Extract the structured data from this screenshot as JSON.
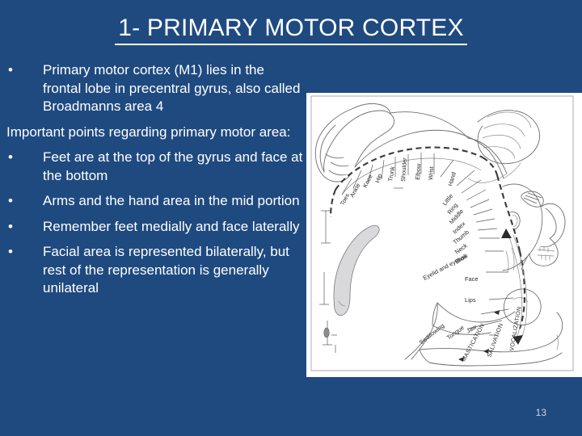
{
  "slide": {
    "title": "1- PRIMARY MOTOR CORTEX",
    "number": "13",
    "background_color": "#1f4a80",
    "text_color": "#ffffff"
  },
  "body": {
    "paragraphs": [
      {
        "bullet": "•",
        "has_bullet": true,
        "text": "Primary motor cortex (M1) lies in the frontal lobe in precentral gyrus, also called Broadmanns area 4"
      },
      {
        "bullet": "",
        "has_bullet": false,
        "text": "Important points regarding primary motor area:"
      },
      {
        "bullet": "•",
        "has_bullet": true,
        "text": "Feet are at the top of the gyrus and face at the bottom"
      },
      {
        "bullet": "•",
        "has_bullet": true,
        "text": "Arms and the hand area in the mid portion"
      },
      {
        "bullet": "•",
        "has_bullet": true,
        "text": "Remember feet medially and face laterally"
      },
      {
        "bullet": "•",
        "has_bullet": true,
        "text": "Facial area is represented bilaterally, but rest of the representation is generally unilateral"
      }
    ]
  },
  "figure": {
    "name": "motor-homunculus-diagram",
    "labels": [
      "Toes",
      "Ankle",
      "Knee",
      "Hip",
      "Trunk",
      "Shoulder",
      "Elbow",
      "Wrist",
      "Hand",
      "Little",
      "Ring",
      "Middle",
      "Index",
      "Thumb",
      "Neck",
      "Brow",
      "Eyelid and eyeball",
      "Face",
      "Lips",
      "Jaw",
      "Tongue",
      "Swallowing",
      "MASTICATION",
      "SALIVATION",
      "VOCALIZATION"
    ],
    "label_text": {
      "toes": "Toes",
      "ankle": "Ankle",
      "knee": "Knee",
      "hip": "Hip",
      "trunk": "Trunk",
      "shoulder": "Shoulder",
      "elbow": "Elbow",
      "wrist": "Wrist",
      "hand": "Hand",
      "little": "Little",
      "ring": "Ring",
      "middle": "Middle",
      "index": "Index",
      "thumb": "Thumb",
      "neck": "Neck",
      "brow": "Brow",
      "eyelid": "Eyelid and eyeball",
      "face": "Face",
      "lips": "Lips",
      "jaw": "Jaw",
      "tongue": "Tongue",
      "swallowing": "Swallowing",
      "mastication": "MASTICATION",
      "salivation": "SALIVATION",
      "vocalization": "VOCALIZATION"
    }
  }
}
